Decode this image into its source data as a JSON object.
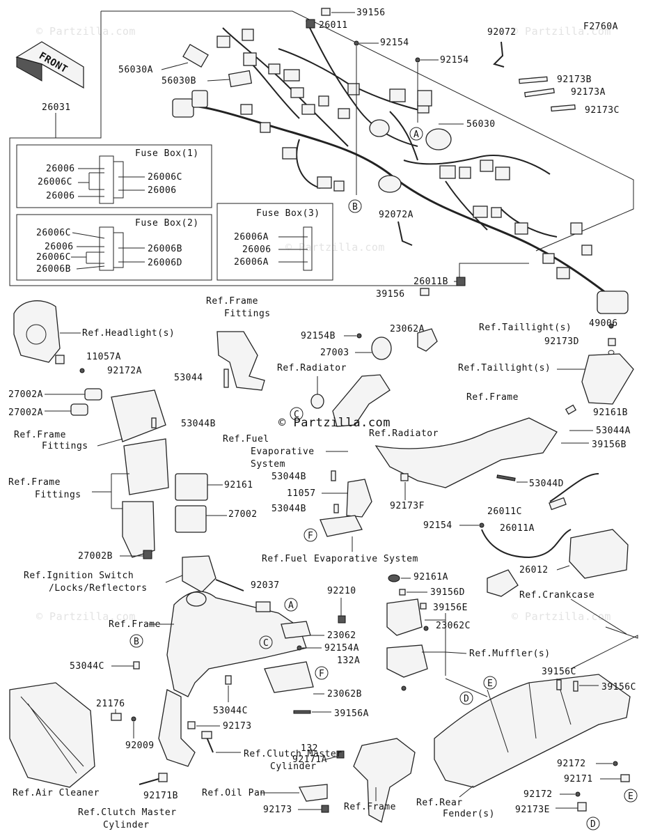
{
  "figure_code": "F2760A",
  "watermark": "© Partzilla.com",
  "front_label": "FRONT",
  "fuse_box_1": {
    "title": "Fuse Box(1)",
    "left": [
      "26006",
      "26006C",
      "26006"
    ],
    "right": [
      "26006C",
      "26006"
    ]
  },
  "fuse_box_2": {
    "title": "Fuse Box(2)",
    "left": [
      "26006C",
      "26006",
      "26006C",
      "26006B"
    ],
    "right": [
      "26006B",
      "26006D"
    ]
  },
  "fuse_box_3": {
    "title": "Fuse Box(3)",
    "left": [
      "26006A",
      "26006",
      "26006A"
    ]
  },
  "callouts": {
    "c39156_top": "39156",
    "c26011": "26011",
    "c92154_a": "92154",
    "c92154_b": "92154",
    "c92072": "92072",
    "c92173B": "92173B",
    "c92173A": "92173A",
    "c92173C": "92173C",
    "c56030A": "56030A",
    "c56030B": "56030B",
    "c56030": "56030",
    "c26031": "26031",
    "c92072A": "92072A",
    "c26011B": "26011B",
    "c39156_mid": "39156",
    "c49006": "49006",
    "c23062A": "23062A",
    "c92154B": "92154B",
    "c27003": "27003",
    "c92173D": "92173D",
    "c92161B": "92161B",
    "c53044A": "53044A",
    "c39156B": "39156B",
    "c53044D": "53044D",
    "c53044": "53044",
    "c11057A": "11057A",
    "c92172A": "92172A",
    "c27002A_1": "27002A",
    "c27002A_2": "27002A",
    "c53044B": "53044B",
    "c92161": "92161",
    "c27002": "27002",
    "c27002B": "27002B",
    "c92037": "92037",
    "c53044B_2": "53044B",
    "c11057": "11057",
    "c53044B_3": "53044B",
    "c92173F": "92173F",
    "c92154_c": "92154",
    "c26011C": "26011C",
    "c26011A": "26011A",
    "c26012": "26012",
    "c92210": "92210",
    "c23062": "23062",
    "c92154A": "92154A",
    "c132A": "132A",
    "c23062B": "23062B",
    "c39156A": "39156A",
    "c132": "132",
    "c92171A": "92171A",
    "c53044C_1": "53044C",
    "c53044C_2": "53044C",
    "c21176": "21176",
    "c92009": "92009",
    "c92173_a": "92173",
    "c92171B": "92171B",
    "c92173_b": "92173",
    "c92161A": "92161A",
    "c39156D": "39156D",
    "c39156E": "39156E",
    "c23062C": "23062C",
    "c39156C_1": "39156C",
    "c39156C_2": "39156C",
    "c92172": "92172",
    "c92171": "92171",
    "c92172_b": "92172",
    "c92173E": "92173E"
  },
  "refs": {
    "frame_fittings_top_1": "Ref.Frame",
    "frame_fittings_top_2": "Fittings",
    "headlight": "Ref.Headlight(s)",
    "frame_fittings_mid_1": "Ref.Frame",
    "frame_fittings_mid_2": "Fittings",
    "frame_fittings_low_1": "Ref.Frame",
    "frame_fittings_low_2": "Fittings",
    "radiator_1": "Ref.Radiator",
    "radiator_2": "Ref.Radiator",
    "taillight_1": "Ref.Taillight(s)",
    "taillight_2": "Ref.Taillight(s)",
    "frame_right": "Ref.Frame",
    "fuel_evap_1": "Ref.Fuel",
    "fuel_evap_2": "Evaporative",
    "fuel_evap_3": "System",
    "fuel_evap_bottom": "Ref.Fuel Evaporative System",
    "ignition_1": "Ref.Ignition Switch",
    "ignition_2": "/Locks/Reflectors",
    "crankcase": "Ref.Crankcase",
    "mufflers": "Ref.Muffler(s)",
    "frame_center": "Ref.Frame",
    "clutch_master_1": "Ref.Clutch Master",
    "clutch_master_2": "Cylinder",
    "air_cleaner": "Ref.Air Cleaner",
    "clutch_master_3": "Ref.Clutch Master",
    "clutch_master_4": "Cylinder",
    "oil_pan": "Ref.Oil Pan",
    "frame_bottom": "Ref.Frame",
    "rear_fender_1": "Ref.Rear",
    "rear_fender_2": "Fender(s)"
  },
  "markers": {
    "A": "A",
    "B": "B",
    "C": "C",
    "D": "D",
    "E": "E",
    "F": "F"
  },
  "site_url": "© Partzilla.com"
}
